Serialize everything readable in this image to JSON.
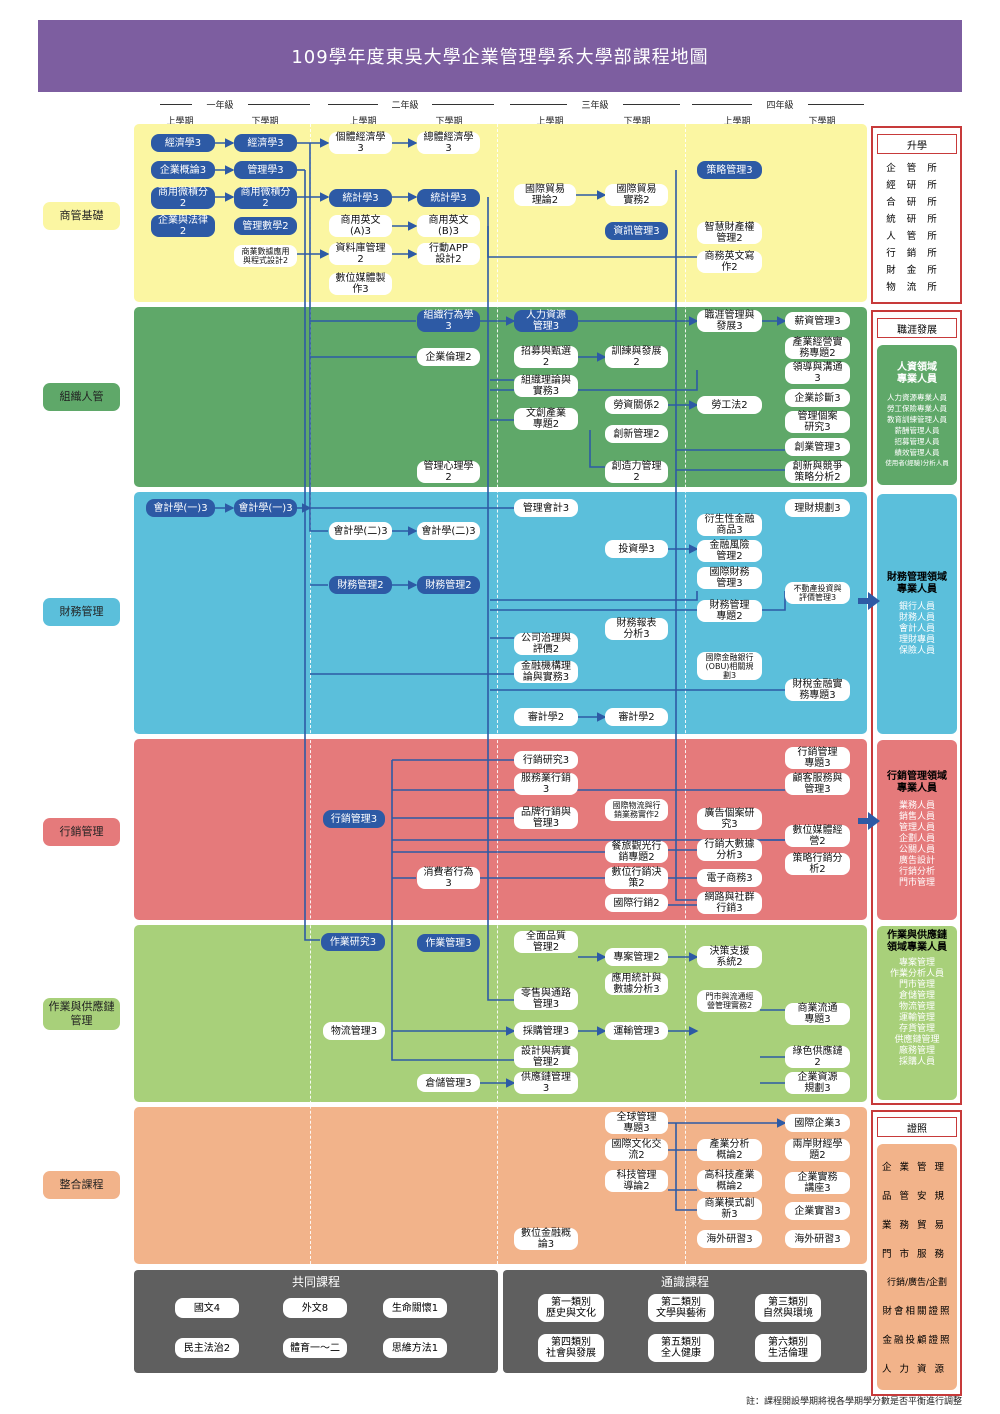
{
  "title": "109學年度東吳大學企業管理學系大學部課程地圖",
  "years": [
    "一年級",
    "二年級",
    "三年級",
    "四年級"
  ],
  "semesters": [
    "上學期",
    "下學期",
    "上學期",
    "下學期",
    "上學期",
    "下學期",
    "上學期",
    "下學期"
  ],
  "categories": [
    "商管基礎",
    "組織人管",
    "財務管理",
    "行銷管理",
    "作業與供應鏈\n管理",
    "整合課程"
  ],
  "colors": {
    "purple": "#7d5ea0",
    "yellow": "#fbf6a2",
    "green": "#5fa869",
    "blue": "#5bbfdb",
    "red": "#e57a7b",
    "lime": "#a8d07a",
    "orange": "#f2b38a",
    "navy": "#2d5aa5"
  },
  "courses": {
    "c1": "經濟學3",
    "c2": "經濟學3",
    "c3": "個體經濟學\n3",
    "c4": "總體經濟學\n3",
    "c5": "企業概論3",
    "c6": "管理學3",
    "c7": "策略管理3",
    "c8": "商用微積分\n2",
    "c9": "商用微積分\n2",
    "c10": "統計學3",
    "c11": "統計學3",
    "c12": "國際貿易\n理論2",
    "c13": "國際貿易\n實務2",
    "c14": "企業與法律\n2",
    "c15": "管理數學2",
    "c16": "商用英文\n(A)3",
    "c17": "商用英文\n(B)3",
    "c18": "資訊管理3",
    "c19": "智慧財產權\n管理2",
    "c20": "商業數據應用\n與程式設計2",
    "c21": "資料庫管理\n2",
    "c22": "行動APP\n設計2",
    "c23": "商務英文寫\n作2",
    "c24": "數位媒體製\n作3",
    "o1": "組織行為學\n3",
    "o2": "人力資源\n管理3",
    "o3": "職涯管理與\n發展3",
    "o4": "薪資管理3",
    "o5": "企業倫理2",
    "o6": "招募與甄選\n2",
    "o7": "訓練與發展\n2",
    "o8": "產業經營實\n務專題2",
    "o9": "領導與溝通\n3",
    "o10": "組織理論與\n實務3",
    "o11": "企業診斷3",
    "o12": "文創產業\n專題2",
    "o13": "勞資關係2",
    "o14": "勞工法2",
    "o15": "管理個案\n研究3",
    "o16": "創新管理2",
    "o17": "創業管理3",
    "o18": "管理心理學\n2",
    "o19": "創造力管理\n2",
    "o20": "創新與競爭\n策略分析2",
    "f1": "會計學(一)3",
    "f2": "會計學(一)3",
    "f3": "管理會計3",
    "f4": "理財規劃3",
    "f5": "會計學(二)3",
    "f6": "會計學(二)3",
    "f7": "衍生性金融\n商品3",
    "f8": "投資學3",
    "f9": "金融風險\n管理2",
    "f10": "財務管理2",
    "f11": "財務管理2",
    "f12": "國際財務\n管理3",
    "f13": "不動產投資與\n評價管理3",
    "f14": "財務管理\n專題2",
    "f15": "財務報表\n分析3",
    "f16": "公司治理與\n評價2",
    "f17": "國際金融銀行\n(OBU)相關規\n劃3",
    "f18": "金融機構理\n論與實務3",
    "f19": "財稅金融實\n務專題3",
    "f20": "審計學2",
    "f21": "審計學2",
    "m1": "行銷研究3",
    "m2": "行銷管理\n專題3",
    "m3": "服務業行銷\n3",
    "m4": "顧客服務與\n管理3",
    "m5": "國際物流與行\n銷業務實作2",
    "m6": "行銷管理3",
    "m7": "品牌行銷與\n管理3",
    "m8": "廣告個案研\n究3",
    "m9": "數位媒體經\n營2",
    "m10": "餐旅觀光行\n銷專題2",
    "m11": "行銷大數據\n分析3",
    "m12": "策略行銷分\n析2",
    "m13": "消費者行為\n3",
    "m14": "數位行銷決\n策2",
    "m15": "電子商務3",
    "m16": "國際行銷2",
    "m17": "網路與社群\n行銷3",
    "p1": "作業研究3",
    "p2": "作業管理3",
    "p3": "全面品質\n管理2",
    "p4": "專案管理2",
    "p5": "決策支援\n系統2",
    "p6": "應用統計與\n數據分析3",
    "p7": "零售與通路\n管理3",
    "p8": "門市與流通經\n營管理實務2",
    "p9": "商業流通\n專題3",
    "p10": "物流管理3",
    "p11": "採購管理3",
    "p12": "運輸管理3",
    "p13": "設計與病實\n管理2",
    "p14": "綠色供應鏈\n2",
    "p15": "倉儲管理3",
    "p16": "供應鏈管理\n3",
    "p17": "企業資源\n規劃3",
    "i1": "全球管理\n專題3",
    "i2": "國際企業3",
    "i3": "國際文化交\n流2",
    "i4": "產業分析\n概論2",
    "i5": "兩岸財經學\n題2",
    "i6": "科技管理\n導論2",
    "i7": "高科技產業\n概論2",
    "i8": "企業實務\n講座3",
    "i9": "商業模式創\n新3",
    "i10": "企業實習3",
    "i11": "數位金融概\n論3",
    "i12": "海外研習3",
    "i13": "海外研習3"
  },
  "right": {
    "h1": "升學",
    "grad": [
      "企管所",
      "經研所",
      "合研所",
      "統研所",
      "人管所",
      "行銷所",
      "財金所",
      "物流所"
    ],
    "h2": "職涯發展",
    "hr_title": "人資領域\n專業人員",
    "hr_items": [
      "人力資源專業人員",
      "勞工保險專業人員",
      "教育訓練管理人員",
      "薪酬管理人員",
      "招募管理人員",
      "績效管理人員",
      "使用者(經驗)分析人員"
    ],
    "fin_title": "財務管理領域\n專業人員",
    "fin_items": [
      "銀行人員",
      "財務人員",
      "會計人員",
      "理財專員",
      "保險人員"
    ],
    "mkt_title": "行銷管理領域\n專業人員",
    "mkt_items": [
      "業務人員",
      "銷售人員",
      "管理人員",
      "企劃人員",
      "公關人員",
      "廣告設計",
      "行銷分析",
      "門市管理"
    ],
    "ops_title": "作業與供應鏈\n領域專業人員",
    "ops_items": [
      "專案管理",
      "作業分析人員",
      "門市管理",
      "倉儲管理",
      "物流管理",
      "運輸管理",
      "存貨管理",
      "供應鏈管理",
      "廠務管理",
      "採購人員"
    ],
    "h3": "證照",
    "certs": [
      "企業管理",
      "品管安規",
      "業務貿易",
      "門市服務",
      "行銷/廣告/企劃",
      "財會相關證照",
      "金融投顧證照",
      "人力資源"
    ]
  },
  "common": {
    "title": "共同課程",
    "items": [
      "國文4",
      "外文8",
      "生命關懷1",
      "民主法治2",
      "體育一～二",
      "思維方法1"
    ]
  },
  "general": {
    "title": "通識課程",
    "items": [
      "第一類別\n歷史與文化",
      "第二類別\n文學與藝術",
      "第三類別\n自然與環境",
      "第四類別\n社會與發展",
      "第五類別\n全人健康",
      "第六類別\n生活倫理"
    ]
  },
  "note": "註：課程開設學期將視各學期學分數是否平衡進行調整"
}
